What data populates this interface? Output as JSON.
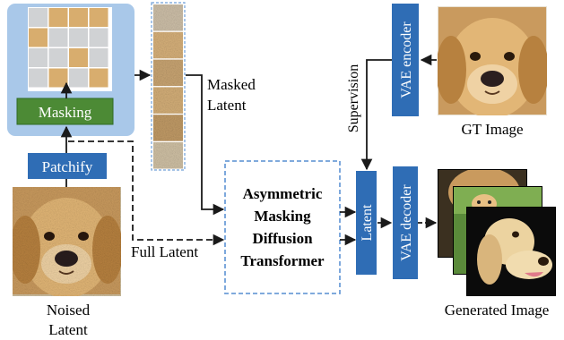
{
  "labels": {
    "masking": "Masking",
    "patchify": "Patchify",
    "masked_latent_line1": "Masked",
    "masked_latent_line2": "Latent",
    "full_latent": "Full Latent",
    "noised_latent_line1": "Noised",
    "noised_latent_line2": "Latent",
    "supervision": "Supervision",
    "vae_encoder": "VAE encoder",
    "vae_decoder": "VAE decoder",
    "latent": "Latent",
    "gt_image": "GT Image",
    "generated_image": "Generated Image",
    "transformer_line1": "Asymmetric",
    "transformer_line2": "Masking",
    "transformer_line3": "Diffusion",
    "transformer_line4": "Transformer"
  },
  "colors": {
    "accent_blue": "#2f6db5",
    "panel_blue": "#a9c8e9",
    "masking_green": "#4c8a35",
    "dashed_border": "#6f9fd8",
    "tile_gray": "#d0d2d4",
    "dog_fur": "#d6a15c",
    "arrow": "#1a1a1a"
  }
}
